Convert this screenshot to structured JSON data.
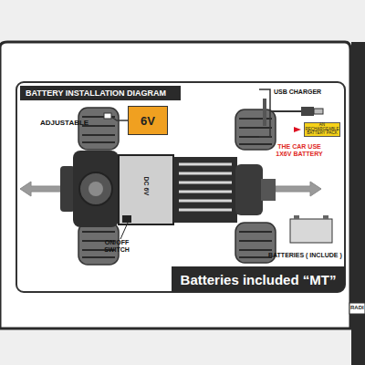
{
  "diagram": {
    "nodes": [
      {
        "text": [
          "BATTERY INSTALLATION DIAGRAM"
        ]
      },
      {
        "text": [
          "6V"
        ]
      },
      {
        "text": [
          "AN RECHARGEABLE BATTERY PACK"
        ]
      },
      {
        "text": [
          "Batteries included “MT”"
        ]
      }
    ],
    "labels": [
      "ADJUSTABLE",
      "USB CHARGER",
      "THE CAR USE 1X6V BATTERY",
      "DC 6V",
      "ON/OFF SWITCH",
      "BATTERIES ( INCLUDE )",
      "RADI"
    ]
  }
}
